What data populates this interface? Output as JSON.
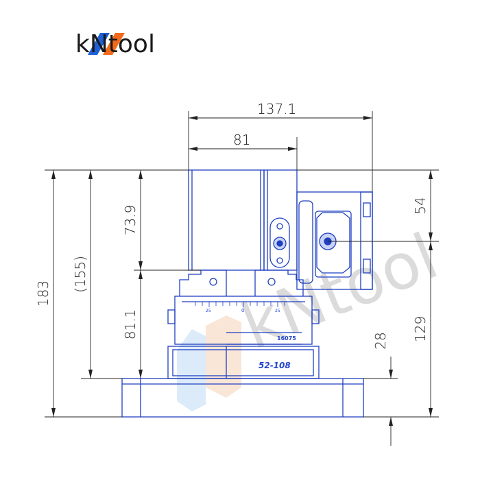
{
  "logo": {
    "text": "kNtool",
    "colors": {
      "blue": "#1f5fd6",
      "orange": "#f26a1b"
    }
  },
  "watermark": {
    "text": "kNtool"
  },
  "drawing_colors": {
    "line": "#1f3fbf",
    "dim": "#222222",
    "fill": "#c9d3f5"
  },
  "dimensions": {
    "width_total": "137.1",
    "width_partial": "81",
    "height_total": "183",
    "height_155": "(155)",
    "height_73_9": "73.9",
    "height_81_1": "81.1",
    "height_54": "54",
    "height_129": "129",
    "height_28": "28"
  },
  "part": {
    "model_label": "52-108",
    "code_label": "16075",
    "scale_ticks": [
      "25",
      "0",
      "25"
    ]
  }
}
